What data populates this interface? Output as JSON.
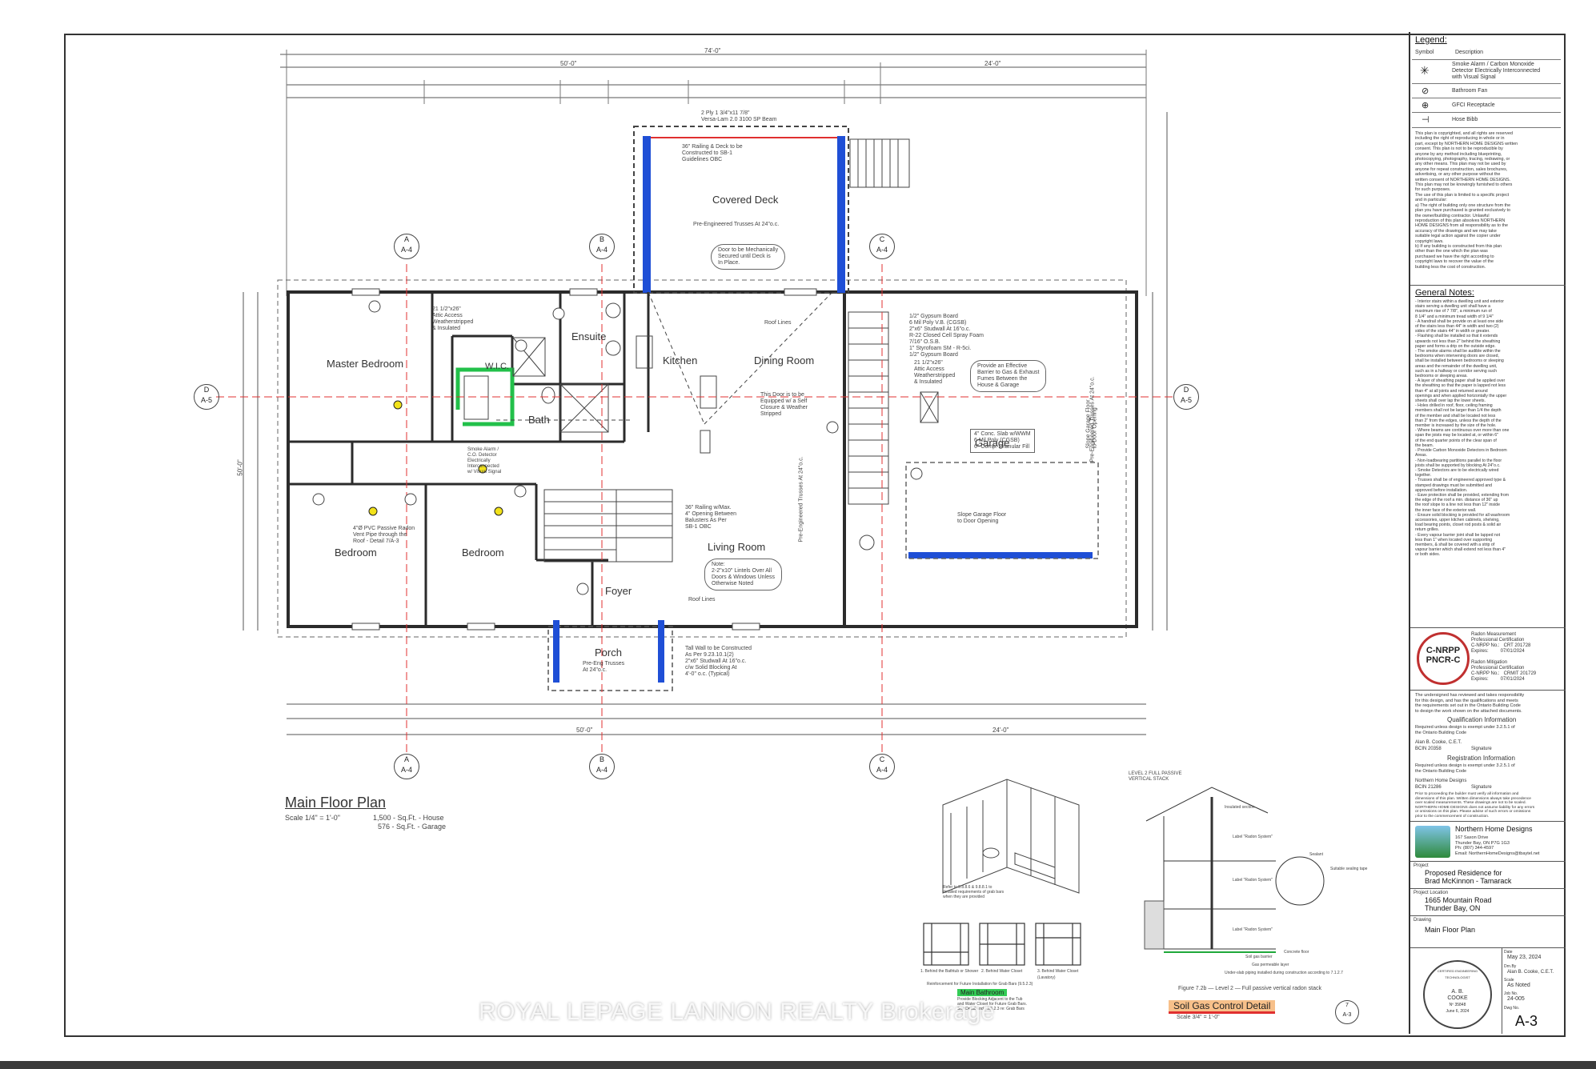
{
  "rooms": {
    "master_bedroom": "Master Bedroom",
    "wic": "W.I.C.",
    "ensuite": "Ensuite",
    "bath": "Bath",
    "kitchen": "Kitchen",
    "dining_room": "Dining Room",
    "covered_deck": "Covered Deck",
    "garage": "Garage",
    "bedroom_1": "Bedroom",
    "bedroom_2": "Bedroom",
    "living_room": "Living Room",
    "foyer": "Foyer",
    "porch": "Porch"
  },
  "overall_dims": {
    "top_total": "74'-0\"",
    "house_width": "50'-0\"",
    "garage_width": "24'-0\"",
    "side_height": "50'-0\""
  },
  "plan_title": {
    "title": "Main Floor Plan",
    "scale": "Scale 1/4\" = 1'-0\"",
    "area_house": "1,500 - Sq.Ft. - House",
    "area_garage": "576 - Sq.Ft. - Garage"
  },
  "notes": {
    "deck_railing": "36\" Railing & Deck to be\nConstructed to SB-1\nGuidelines OBC",
    "trusses_deck": "Pre-Engineered Trusses At 24\"o.c.",
    "beam": "2 Ply 1 3/4\"x11 7/8\"\nVersa-Lam 2.0 3100 SP Beam",
    "door_deck": "Door to be Mechanically\nSecured until Deck is\nIn Place.",
    "roof_lines_1": "Roof Lines",
    "roof_lines_2": "Roof Lines",
    "door_self_closure": "This Door is to be\nEquipped w/ a Self\nClosure & Weather\nStripped",
    "attic_access_1": "21 1/2\"x26\"\nAttic Access\nWeatherstripped\n& Insulated",
    "attic_access_2": "21 1/2\"x26\"\nAttic Access\nWeatherstripped\n& Insulated",
    "gypsum_wall": "1/2\" Gypsum Board\n6 Mil Poly V.B. (CGSB)\n2\"x6\" Studwall At 16\"o.c.\nR-22 Closed Cell Spray Foam\n7/16\" O.S.B.\n1\" Styrofoam SM - R-5ci.\n1/2\" Gypsum Board",
    "gas_barrier": "Provide an Effective\nBarrier to Gas & Exhaust\nFumes Between the\nHouse & Garage",
    "slab": "4\" Conc. Slab w/WWM\n6 Mil Poly (CGSB)\n6\" Comp. Granular Fill",
    "trusses_garage": "Pre-Engineered Trusses At 24\"o.c.",
    "slope_floor_side": "Slope Garage Floor\nto Door Opening",
    "slope_floor": "Slope Garage Floor\nto Door Opening",
    "trusses_living": "Pre-Engineered Trusses At 24\"o.c.",
    "radon_pipe": "4\"Ø PVC Passive Radon\nVent Pipe through the\nRoof - Detail 7/A-3",
    "smoke_alarm": "Smoke Alarm /\nC.O. Detector\nElectrically\nInterconnected\nw/ Visual Signal",
    "railing_stair": "36\" Railing w/Max.\n4\" Opening Between\nBalusters As Per\nSB-1 OBC",
    "lintels": "Note:\n2-2\"x10\" Lintels Over All\nDoors & Windows Unless\nOtherwise Noted",
    "porch_trusses": "Pre-Eng Trusses\nAt 24\"o.c.",
    "tall_wall": "Tall Wall to be Constructed\nAs Per 9.23.10.1(2)\n2\"x6\" Studwall At 16\"o.c.\nc/w Solid Blocking At\n4'-0\" o.c. (Typical)"
  },
  "section_markers": [
    {
      "letter": "A",
      "sheet": "A-4"
    },
    {
      "letter": "B",
      "sheet": "A-4"
    },
    {
      "letter": "C",
      "sheet": "A-4"
    },
    {
      "letter": "D",
      "sheet": "A-5"
    }
  ],
  "details": {
    "bathroom_note": "Refer to 9.8.8.6 & 9.8.8.1 to\ndetailed requirements of grab bars\nwhen they are provided",
    "bathroom_captions": [
      "1. Behind the Bathtub or Shower",
      "2. Behind Water Closet",
      "3. Behind Water Closet\n(Lavatory)"
    ],
    "reinforcement_title": "Reinforcement for Future Installation for Grab Bars (9.5.2.3)",
    "main_bathroom": "Main Bathroom",
    "main_bathroom_note": "Provide Blocking Adjacent to the Tub\nand Water Closet for Future Grab Bars.\nSee Detail and - 9.5.2.3 re: Grab Bars",
    "radon_level": "LEVEL 2 FULL PASSIVE\nVERTICAL STACK",
    "radon_labels": [
      "Insulated section",
      "Label \"Radon System\"",
      "Label \"Radon System\"",
      "Label \"Radon System\"",
      "Sealant",
      "Suitable sealing tape",
      "Concrete floor",
      "Soil gas barrier",
      "Gas permeable layer",
      "Under-slab piping installed during construction according to 7.1.2.7"
    ],
    "radon_figure": "Figure 7.2b — Level 2 — Full passive vertical radon stack",
    "soil_gas_title": "Soil Gas Control Detail",
    "soil_gas_scale": "Scale 3/4\" = 1'-0\"",
    "detail_ref": "7",
    "detail_sheet": "A-3"
  },
  "titleblock": {
    "legend_title": "Legend:",
    "legend_col1": "Symbol",
    "legend_col2": "Description",
    "legend_items": [
      "Smoke Alarm / Carbon Monoxide\nDetector Electrically Interconnected\nwith Visual Signal",
      "Bathroom Fan",
      "GFCI Receptacle",
      "Hose Bibb"
    ],
    "copyright": "This plan is copyrighted, and all rights are reserved\nincluding the right of reproducing in whole or in\npart, except by NORTHERN HOME DESIGNS written\nconsent. This plan is not to be reproducible by\nanyone by any method including blueprinting,\nphotocopying, photography, tracing, redrawing, or\nany other means. This plan may not be used by\nanyone for repeat construction, sales brochures,\nadvertising, or any other purpose without the\nwritten consent of NORTHERN HOME DESIGNS.\nThis plan may not be knowingly furnished to others\nfor such purposes.\nThe use of this plan is limited to a specific project\nand in particular:\na) The right of building only one structure from the\nplan you have purchased is granted exclusively to\nthe owner/building contractor. Unlawful\nreproduction of this plan absolves NORTHERN\nHOME DESIGNS from all responsibility as to the\naccuracy of the drawings and we may take\nsuitable legal action against the copier under\ncopyright laws.\nb) If any building is constructed from this plan\nother than the one which the plan was\npurchased we have the right according to\ncopyright laws to recover the value of the\nbuilding less the cost of construction.",
    "general_notes_title": "General Notes:",
    "general_notes": "- Interior stairs within a dwelling unit and exterior\nstairs serving a dwelling unit shall have a\nmaximum rise of 7 7/8\", a minimum run of\n8 1/4\" and a minimum tread width of 9 1/4\"\n- A handrail shall be provide on at least one side\nof the stairs less than 44\" in width and two (2)\nsides of the stairs 44\" in width or greater.\n- Flashing shall be installed so that it extends\nupwards not less than 2\" behind the sheathing\npaper and forms a drip on the outside edge.\n- The smoke alarms shall be audible within the\nbedrooms when intervening doors are closed,\nshall be installed between bedrooms or sleeping\nareas and the remainder of the dwelling unit,\nsuch as in a hallway or corridor serving such\nbedrooms or sleeping areas.\n- A layer of sheathing paper shall be applied over\nthe sheathing so that the paper is lapped not less\nthan 4\" at all joints and returned around\nopenings and when applied horizontally the upper\nsheets shall over lap the lower sheets.\n- Holes drilled in roof, floor, ceiling framing\nmembers shall not be larger than 1/4 the depth\nof the member and shall be located not less\nthan 2\" from the edges, unless the depth of the\nmember is increased by the size of the hole.\n- Where beams are continuous over more than one\nspan the joists may be located at, or within 6\"\nof the end quarter points of the clear span of\nthe beam.\n- Provide Carbon Monoxide Detectors in Bedroom\nAreas.\n- Non-loadbearing partitions parallel to the floor\njoists shall be supported by blocking At 24\"o.c.\n- Smoke Detectors are to be electrically wired\ntogether.\n- Trusses shall be of engineered approved type &\nstamped drawings must be submitted and\napproved before installation.\n- Eave protection shall be provided, extending from\nthe edge of the roof a min. distance of 36\" up\nthe roof slope to a line not less than 12\" inside\nthe inner face of the exterior wall.\n- Ensure solid blocking is provided for all washroom\naccessories, upper kitchen cabinets, shelving,\nload bearing points, closet rod posts & solid air\nreturn grilles.\n- Every vapour barrier joint shall be lapped not\nless than 1\" when located over supporting\nmembers, & shall be covered with a strip of\nvapour barrier which shall extend not less than 4\"\nor both sides.",
    "cnrpp_logo": [
      "C-NRPP",
      "PNCR-C"
    ],
    "radon_cert": "Radon Measurement\nProfessional Certification\nC-NRPP No.:   CRT 201728\nExpires:         07/01/2024\n\nRadon Mitigation\nProfessional Certification\nC-NRPP No.:   CRMIT 201729\nExpires:         07/01/2024",
    "responsibility": "The undersigned has reviewed and takes responsibility\nfor this design, and has the qualifications and meets\nthe requirements set out in the Ontario Building Code\nto design the work shown on the attached documents.",
    "qualification_title": "Qualification Information",
    "qualification_text": "Required unless design is exempt under 3.2.5.1 of\nthe Ontario Building Code",
    "person_name": "Alan B. Cooke, C.E.T.",
    "bcin_1": "BCIN 20358",
    "signature_label_1": "Signature",
    "registration_title": "Registration Information",
    "registration_text": "Required unless design is exempt under 3.2.5.1 of\nthe Ontario Building Code",
    "firm_label": "Northern Home Designs",
    "bcin_2": "BCIN 21286",
    "signature_label_2": "Signature",
    "prior_note": "Prior to proceeding the builder must verify all information and\ndimensions of this plan. Written dimensions always take precedence\nover scaled measurements. These drawings are not to be scaled.\nNORTHERN HOME DESIGNS does not assume liability for any errors\nor omissions on this plan. Please advise of such errors or omissions\nprior to the commencement of construction.",
    "company_name": "Northern Home Designs",
    "company_address": "167 Saxon Drive\nThunder Bay, ON P7G 1G3\nPh: (807) 344-4597\nEmail: NorthernHomeDesigns@tbaytel.net",
    "project_label": "Project",
    "project_value": "Proposed Residence for\nBrad McKinnon - Tamarack",
    "location_label": "Project Location",
    "location_value": "1665 Mountain Road\nThunder Bay, ON",
    "drawing_label": "Drawing",
    "drawing_value": "Main Floor Plan",
    "stamp_text": [
      "CERTIFIED ENGINEERING TECHNOLOGIST",
      "A. B.",
      "COOKE",
      "Nº 35848",
      "June 6, 2024"
    ],
    "date_label": "Date",
    "date_value": "May 23, 2024",
    "drawn_label": "Drn.By",
    "drawn_value": "Alan B. Cooke, C.E.T.",
    "scale_label": "Scale",
    "scale_value": "As Noted",
    "job_label": "Job No.",
    "job_value": "24-005",
    "dwg_label": "Dwg No.",
    "dwg_value": "A-3"
  },
  "watermark": "ROYAL LEPAGE LANNON REALTY Brokerage",
  "colors": {
    "blue_wall": "#1f4fd6",
    "red_line": "#e03030",
    "green": "#22c04a",
    "yellow": "#f2e21a"
  }
}
